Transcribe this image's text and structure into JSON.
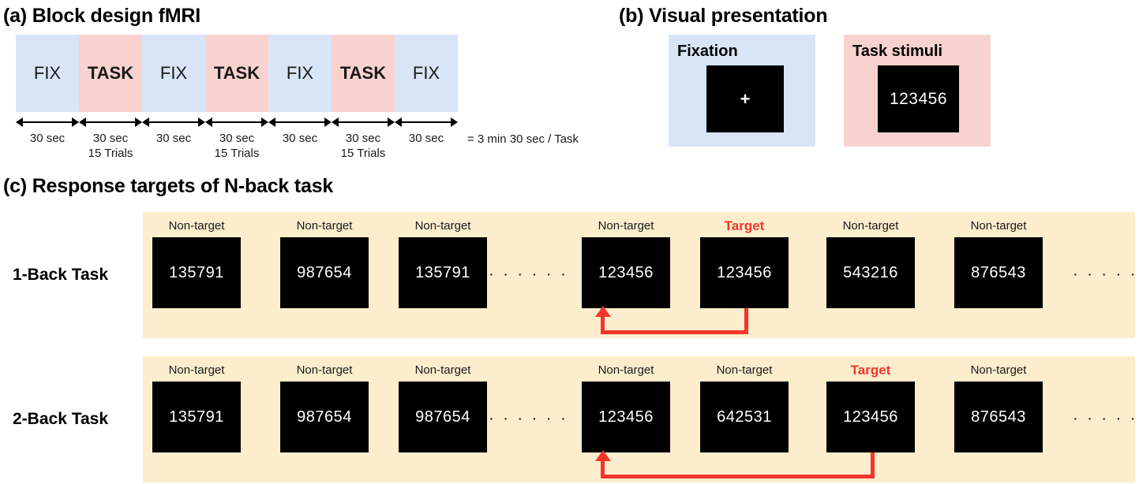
{
  "panels": {
    "a": {
      "title": "(a) Block design fMRI",
      "blocks": [
        {
          "label": "FIX",
          "type": "fix",
          "duration": "30 sec",
          "trials": ""
        },
        {
          "label": "TASK",
          "type": "task",
          "duration": "30 sec",
          "trials": "15 Trials"
        },
        {
          "label": "FIX",
          "type": "fix",
          "duration": "30 sec",
          "trials": ""
        },
        {
          "label": "TASK",
          "type": "task",
          "duration": "30 sec",
          "trials": "15 Trials"
        },
        {
          "label": "FIX",
          "type": "fix",
          "duration": "30 sec",
          "trials": ""
        },
        {
          "label": "TASK",
          "type": "task",
          "duration": "30 sec",
          "trials": "15 Trials"
        },
        {
          "label": "FIX",
          "type": "fix",
          "duration": "30 sec",
          "trials": ""
        }
      ],
      "total": "= 3 min 30 sec / Task",
      "colors": {
        "fix": "#d8e5f6",
        "task": "#f8d2cf"
      }
    },
    "b": {
      "title": "(b) Visual presentation",
      "cards": [
        {
          "label": "Fixation",
          "content": "+",
          "bg": "#d8e5f6"
        },
        {
          "label": "Task stimuli",
          "content": "123456",
          "bg": "#f8d2cf"
        }
      ]
    },
    "c": {
      "title": "(c) Response targets of N-back task",
      "bg": "#fceecd",
      "target_color": "#f5352b",
      "rows": [
        {
          "name": "1-Back Task",
          "items": [
            {
              "tag": "Non-target",
              "value": "135791",
              "is_target": false
            },
            {
              "tag": "Non-target",
              "value": "987654",
              "is_target": false
            },
            {
              "tag": "Non-target",
              "value": "135791",
              "is_target": false
            },
            {
              "tag": "Non-target",
              "value": "123456",
              "is_target": false
            },
            {
              "tag": "Target",
              "value": "123456",
              "is_target": true
            },
            {
              "tag": "Non-target",
              "value": "543216",
              "is_target": false
            },
            {
              "tag": "Non-target",
              "value": "876543",
              "is_target": false
            }
          ],
          "ellipses": [
            "· · · · · ·",
            "· · · · · ·"
          ]
        },
        {
          "name": "2-Back Task",
          "items": [
            {
              "tag": "Non-target",
              "value": "135791",
              "is_target": false
            },
            {
              "tag": "Non-target",
              "value": "987654",
              "is_target": false
            },
            {
              "tag": "Non-target",
              "value": "987654",
              "is_target": false
            },
            {
              "tag": "Non-target",
              "value": "123456",
              "is_target": false
            },
            {
              "tag": "Non-target",
              "value": "642531",
              "is_target": false
            },
            {
              "tag": "Target",
              "value": "123456",
              "is_target": true
            },
            {
              "tag": "Non-target",
              "value": "876543",
              "is_target": false
            }
          ],
          "ellipses": [
            "· · · · · ·",
            "· · · · · ·"
          ]
        }
      ]
    }
  }
}
